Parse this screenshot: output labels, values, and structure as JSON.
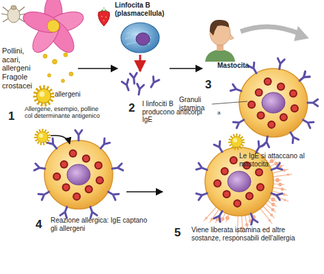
{
  "diagram": {
    "labels": [
      "Pollini, acari, allergeni Fragole crostacei",
      "allergeni",
      "Allergene, esempio, polline col determinante antigenico",
      "1",
      "Linfocita B (plasmacellula)",
      "2",
      "I linfociti B producono anticorpi IgE",
      "Mastocita",
      "Granuli istamina",
      "a",
      "3",
      "Le IgE si attaccano al mastocita",
      "4",
      "Reazione allergica: IgE captano gli allergeni",
      "5",
      "Viene liberata istamina ed altre sostanze, responsabili dell'allergia"
    ]
  }
}
